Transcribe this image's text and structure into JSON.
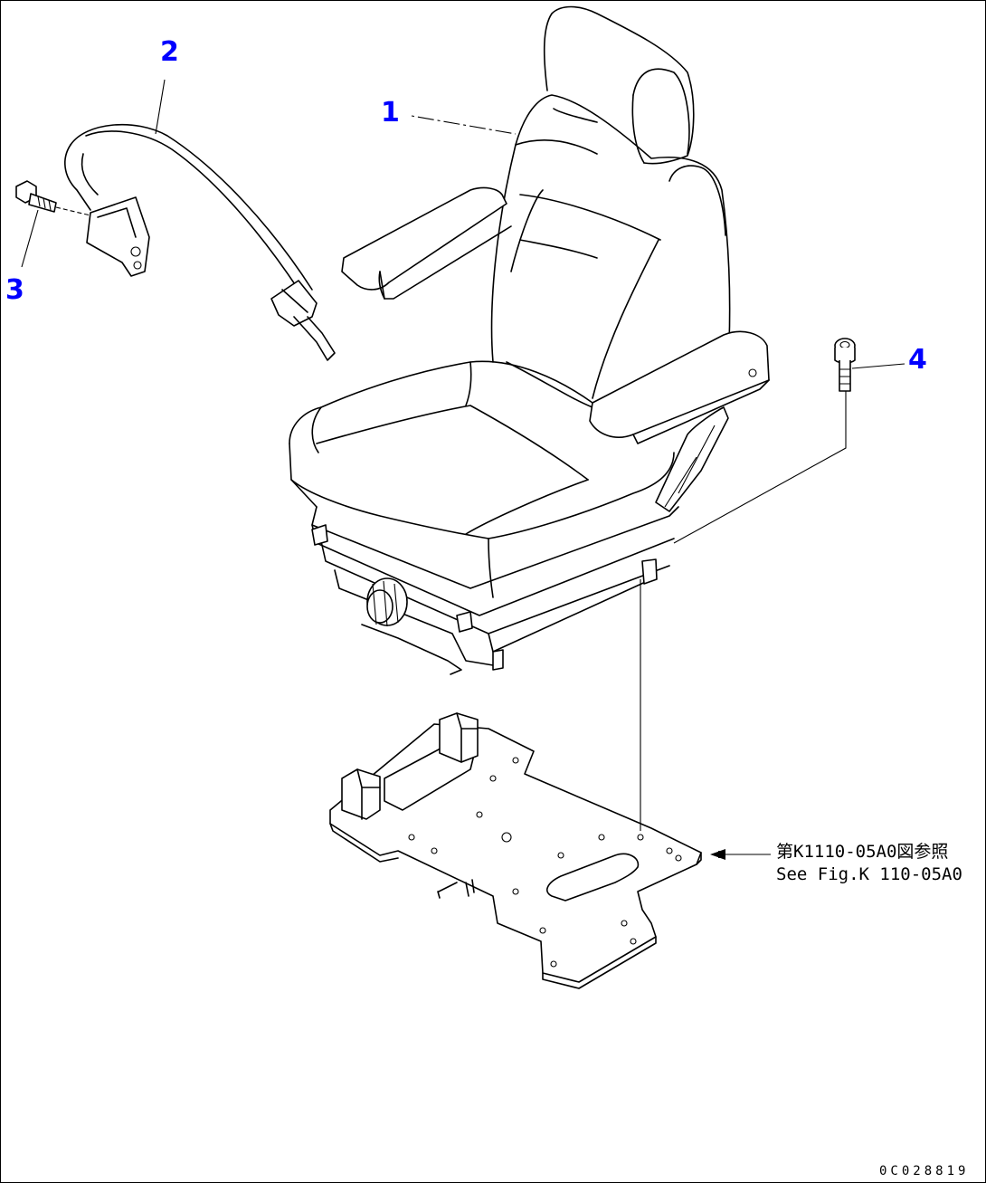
{
  "callouts": {
    "seat": "1",
    "seat_belt": "2",
    "bolt_belt": "3",
    "bolt_seat": "4"
  },
  "reference": {
    "jp": "第K1110-05A0図参照",
    "en": "See Fig.K 110-05A0"
  },
  "figure_number": "0C028819",
  "colors": {
    "callout": "#0000ff",
    "line": "#000000",
    "background": "#ffffff"
  }
}
